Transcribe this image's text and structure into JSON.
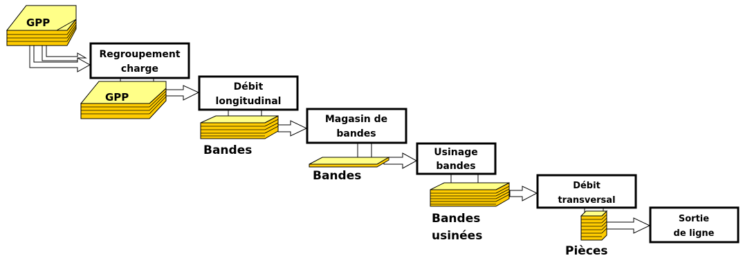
{
  "steps": [
    {
      "line1": "Regroupement",
      "line2": "charge"
    },
    {
      "line1": "Débit",
      "line2": "longitudinal"
    },
    {
      "line1": "Magasin de",
      "line2": "bandes"
    },
    {
      "line1": "Usinage",
      "line2": "bandes"
    },
    {
      "line1": "Débit",
      "line2": "transversal"
    },
    {
      "line1": "Sortie",
      "line2": "de ligne"
    }
  ],
  "materials": {
    "gpp_1": "GPP",
    "gpp_2": "GPP",
    "bandes_1": "Bandes",
    "bandes_2": "Bandes",
    "bandes_usinees_line1": "Bandes",
    "bandes_usinees_line2": "usinées",
    "pieces": "Pièces"
  },
  "colors": {
    "stack_top": "#ffff88",
    "stack_side": "#ffcc00",
    "outline": "#000000",
    "box_fill": "#ffffff"
  }
}
